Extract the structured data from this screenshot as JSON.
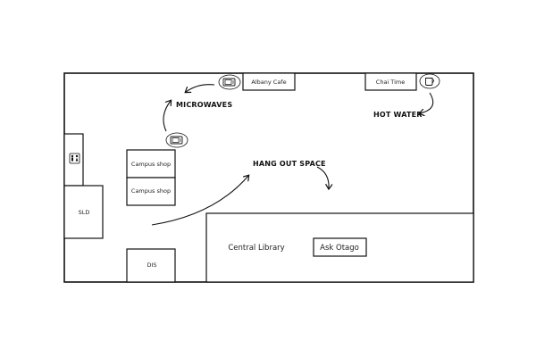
{
  "rooms": {
    "albany_cafe": "Albany Cafe",
    "chai_time": "Chai Time",
    "campus_shop_1": "Campus shop",
    "campus_shop_2": "Campus shop",
    "sld": "SLD",
    "dis": "DIS",
    "central_library": "Central Library",
    "ask_otago": "Ask Otago"
  },
  "annotations": {
    "microwaves": "MICROWAVES",
    "hot_water": "HOT WATER",
    "hang_out_space": "HANG OUT SPACE"
  },
  "icons": {
    "restroom": "restroom-icon",
    "microwave": "microwave-icon",
    "cup": "hot-water-cup-icon"
  }
}
